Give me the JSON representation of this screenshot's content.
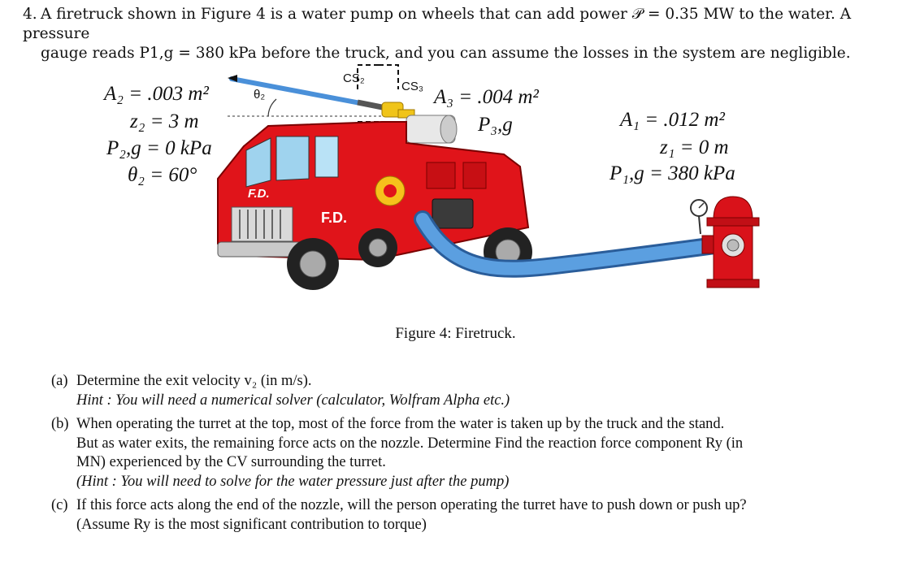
{
  "problem": {
    "number": "4.",
    "line1": "A firetruck shown in Figure 4 is a water pump on wheels that can add power 𝒫 = 0.35 MW to the water. A pressure",
    "line2": "gauge reads P1,g = 380 kPa before the truck, and you can assume the losses in the system are negligible."
  },
  "figure": {
    "labels_left": {
      "a2": "A₂ = .003 m²",
      "z2": "z₂ = 3 m",
      "p2": "P₂,g = 0 kPa",
      "theta2": "θ₂ = 60°"
    },
    "labels_mid": {
      "a3": "A₃ = .004 m²",
      "p3": "P₃,g"
    },
    "labels_right": {
      "a1": "A₁ = .012 m²",
      "z1": "z₁ = 0 m",
      "p1": "P₁,g = 380 kPa"
    },
    "small": {
      "theta_angle": "θ₂",
      "cs2": "CS₂",
      "cs3": "CS₃",
      "fd_top": "F.D.",
      "fd_side": "F.D."
    },
    "colors": {
      "truck_red": "#e0141a",
      "hose_blue": "#4a90d9",
      "nozzle_gold": "#f0c419",
      "hydrant_red": "#d9121a"
    },
    "caption": "Figure 4: Firetruck."
  },
  "questions": [
    {
      "label": "(a)",
      "lines": [
        "Determine the exit velocity v₂ (in m/s)."
      ],
      "hint": "Hint : You will need a numerical solver (calculator, Wolfram Alpha etc.)"
    },
    {
      "label": "(b)",
      "lines": [
        "When operating the turret at the top, most of the force from the water is taken up by the truck and the stand.",
        "But as water exits, the remaining force acts on the nozzle. Determine Find the reaction force component Ry (in",
        "MN) experienced by the CV surrounding the turret."
      ],
      "hint": "(Hint : You will need to solve for the water pressure just after the pump)"
    },
    {
      "label": "(c)",
      "lines": [
        "If this force acts along the end of the nozzle, will the person operating the turret have to push down or push up?",
        "(Assume Ry is the most significant contribution to torque)"
      ],
      "hint": ""
    }
  ]
}
